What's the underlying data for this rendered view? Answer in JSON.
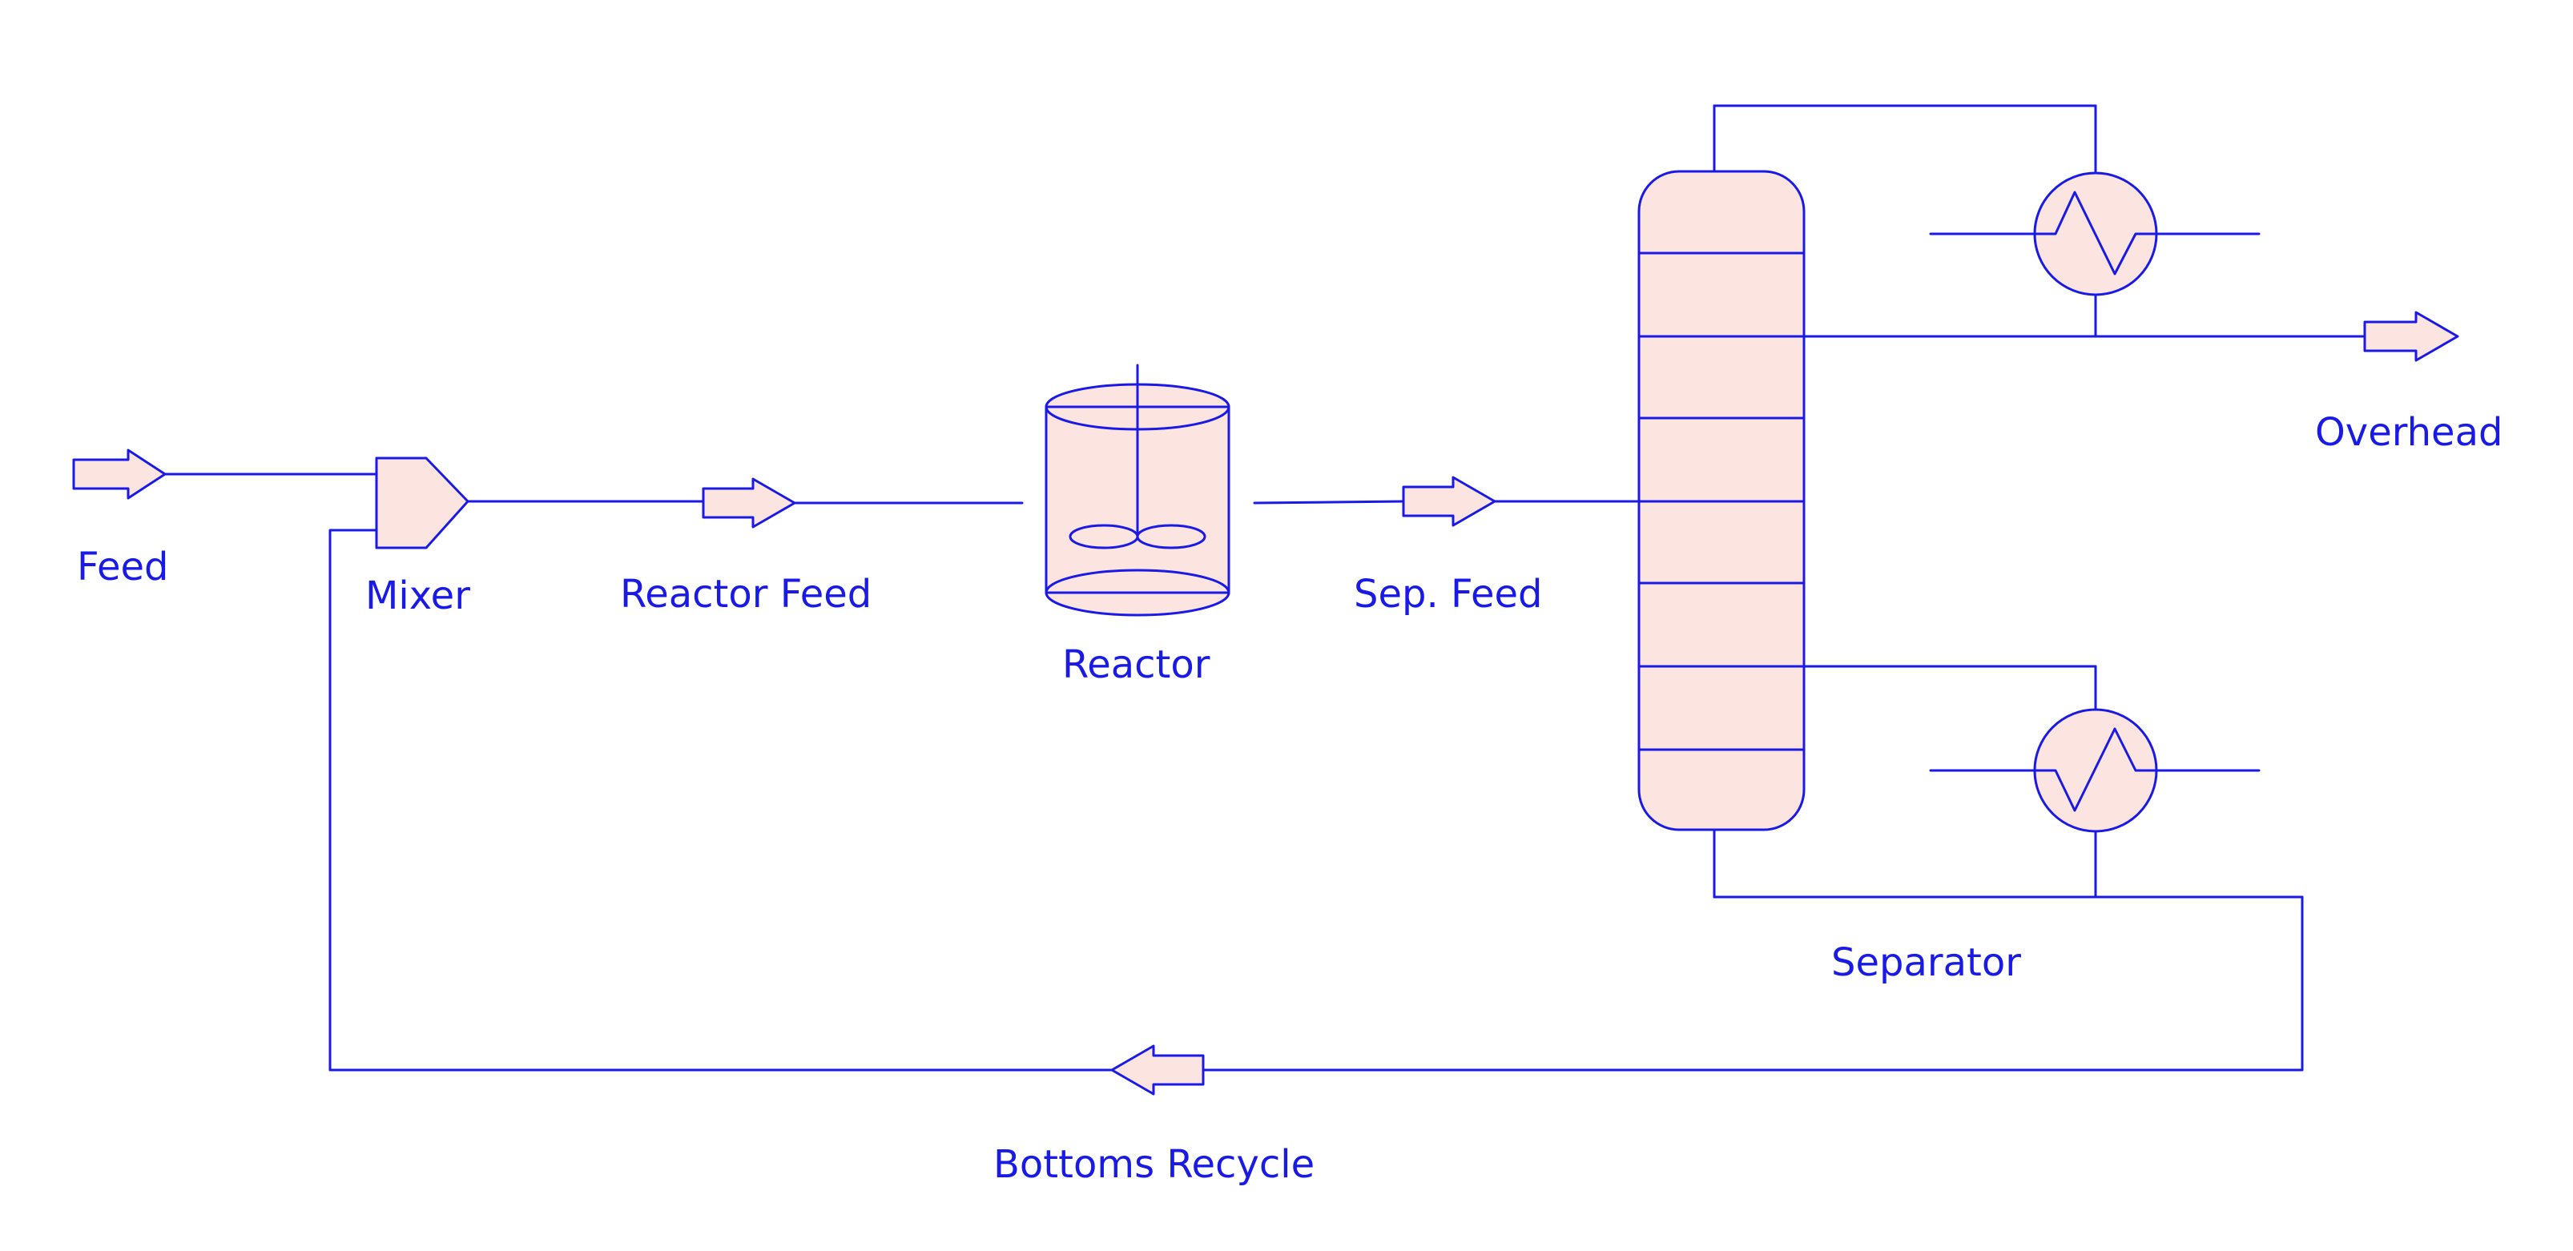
{
  "colors": {
    "stroke": "#1a1ae6",
    "fill": "#fce4e0",
    "background": "#ffffff"
  },
  "labels": {
    "feed": "Feed",
    "mixer": "Mixer",
    "reactor_feed": "Reactor Feed",
    "reactor": "Reactor",
    "sep_feed": "Sep. Feed",
    "separator": "Separator",
    "overhead": "Overhead",
    "bottoms_recycle": "Bottoms Recycle"
  },
  "icons": {
    "stream_arrow": "block-arrow",
    "mixer": "mixer-symbol",
    "reactor": "stirred-tank",
    "column": "distillation-column",
    "heat_exchanger": "heat-exchanger"
  }
}
